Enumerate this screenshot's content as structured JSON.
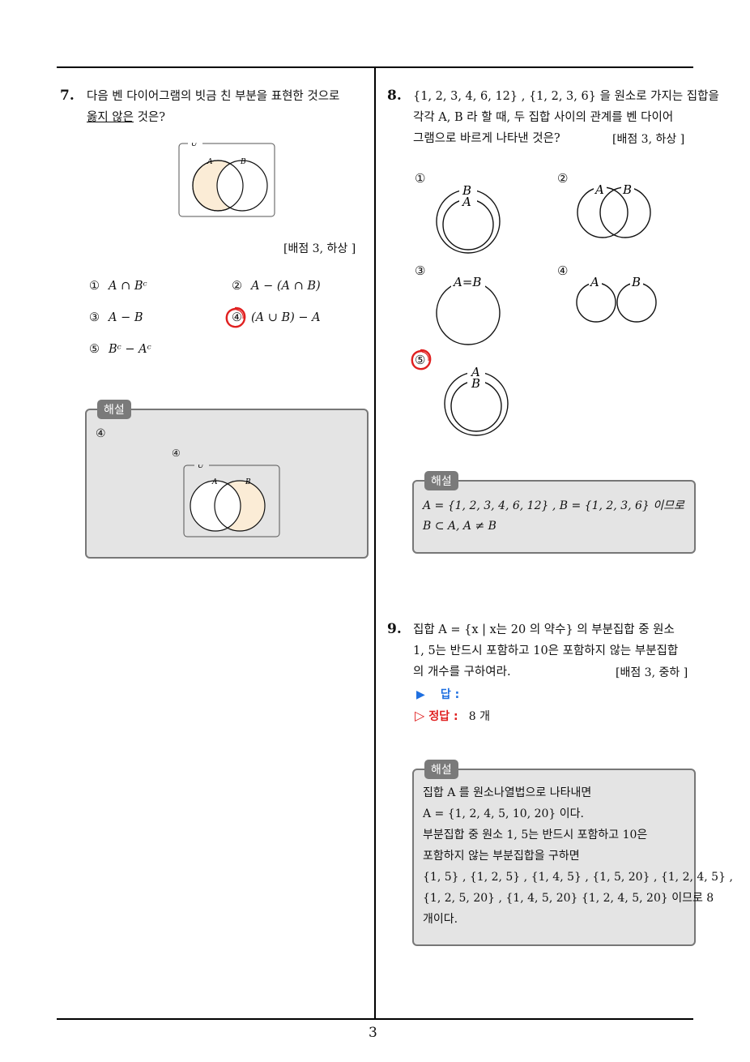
{
  "q7": {
    "number": "7.",
    "line1": "다음 벤 다이어그램의 빗금 친 부분을 표현한 것으로",
    "line2_under": "옳지 않은",
    "line2_rest": " 것은?",
    "meta": "[배점 3,  하상 ]",
    "venn_labels": {
      "u": "U",
      "a": "A",
      "b": "B"
    },
    "choices": [
      {
        "num": "①",
        "text": "A ∩ Bᶜ"
      },
      {
        "num": "②",
        "text": "A − (A ∩ B)"
      },
      {
        "num": "③",
        "text": "A − B"
      },
      {
        "num": "④",
        "text": "(A ∪ B) − A"
      },
      {
        "num": "⑤",
        "text": "Bᶜ − Aᶜ"
      }
    ],
    "solution": {
      "tag": "해설",
      "answer": "④",
      "figure_label": "④"
    }
  },
  "q8": {
    "number": "8.",
    "line1": "{1, 2, 3, 4, 6, 12} , {1, 2, 3, 6} 을 원소로 가지는 집합을",
    "line2": "각각 A, B 라 할 때, 두 집합 사이의 관계를 벤 다이어",
    "line3": "그램으로 바르게 나타낸 것은?",
    "meta": "[배점 3,  하상 ]",
    "options": [
      {
        "num": "①",
        "top": "B",
        "inner": "A"
      },
      {
        "num": "②",
        "left": "A",
        "right": "B"
      },
      {
        "num": "③",
        "label": "A=B"
      },
      {
        "num": "④",
        "left": "A",
        "right": "B"
      },
      {
        "num": "⑤",
        "top": "A",
        "inner": "B"
      }
    ],
    "solution": {
      "tag": "해설",
      "line1": "A = {1, 2, 3, 4, 6, 12} ,  B = {1, 2, 3, 6} 이므로",
      "line2": "B ⊂ A,  A ≠ B"
    }
  },
  "q9": {
    "number": "9.",
    "line1": "집합 A = {x | x는 20 의 약수} 의 부분집합 중 원소",
    "line2": "1, 5는 반드시 포함하고 10은 포함하지 않는 부분집합",
    "line3": "의 개수를 구하여라.",
    "meta": "[배점 3,  중하 ]",
    "answer_label": "답 :",
    "correct_label": "정답 :",
    "correct_value": "8 개",
    "solution": {
      "tag": "해설",
      "lines": [
        "집합 A 를 원소나열법으로 나타내면",
        "A = {1, 2, 4, 5, 10, 20} 이다.",
        "부분집합 중 원소 1, 5는 반드시 포함하고 10은",
        "포함하지 않는 부분집합을 구하면",
        "{1, 5} , {1, 2, 5} , {1, 4, 5} , {1, 5, 20} , {1, 2, 4, 5} ,",
        "{1, 2, 5, 20} ,  {1, 4, 5, 20} {1, 2, 4, 5, 20} 이므로 8",
        "개이다."
      ]
    }
  },
  "footer": {
    "page": "3"
  },
  "colors": {
    "shade": "#fbecd6",
    "box_bg": "#e4e4e4",
    "tag_bg": "#7a7a7a",
    "mark": "#e02020",
    "arrow": "#1e6fe0"
  }
}
